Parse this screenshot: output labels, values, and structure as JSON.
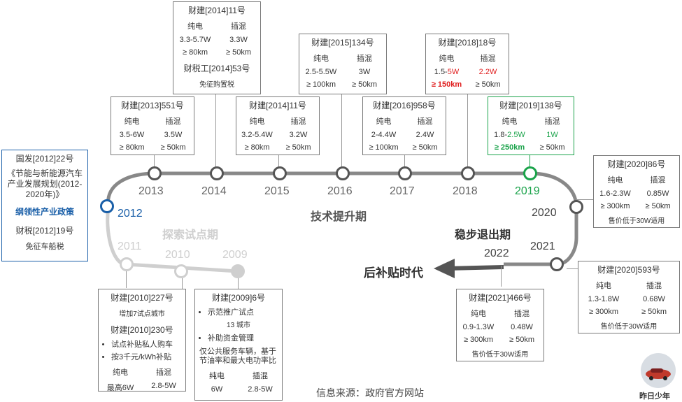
{
  "header_left": {
    "title": "国发[2012]22号",
    "plan": "《节能与新能源汽车产业发展规划(2012-2020年)》",
    "tag": "纲领性产业政策",
    "tax": "财税[2012]19号",
    "tax_note": "免征车船税"
  },
  "years": {
    "y2013": "2013",
    "y2014": "2014",
    "y2015": "2015",
    "y2016": "2016",
    "y2017": "2017",
    "y2018": "2018",
    "y2019": "2019",
    "y2020": "2020",
    "y2021": "2021",
    "y2022": "2022",
    "y2012": "2012",
    "y2011": "2011",
    "y2010": "2010",
    "y2009": "2009"
  },
  "phases": {
    "explore": "探索试点期",
    "improve": "技术提升期",
    "exit": "稳步退出期",
    "post": "后补贴时代"
  },
  "col_labels": {
    "ev": "纯电",
    "phev": "插混"
  },
  "box2013": {
    "title": "财建[2013]551号",
    "ev": "3.5-6W",
    "phev": "3.5W",
    "ev_range": "≥ 80km",
    "phev_range": "≥ 50km"
  },
  "box2014a": {
    "title": "财建[2014]11号",
    "ev": "3.3-5.7W",
    "phev": "3.3W",
    "ev_range": "≥ 80km",
    "phev_range": "≥ 50km",
    "extra_title": "财税工[2014]53号",
    "extra_note": "免征购置税"
  },
  "box2014b": {
    "title": "财建[2014]11号",
    "ev": "3.2-5.4W",
    "phev": "3.2W",
    "ev_range": "≥ 80km",
    "phev_range": "≥ 50km"
  },
  "box2015": {
    "title": "财建[2015]134号",
    "ev": "2.5-5.5W",
    "phev": "3W",
    "ev_range": "≥ 100km",
    "phev_range": "≥ 50km"
  },
  "box2016": {
    "title": "财建[2016]958号",
    "ev": "2-4.4W",
    "phev": "2.4W",
    "ev_range": "≥ 100km",
    "phev_range": "≥ 50km"
  },
  "box2018": {
    "title": "财建[2018]18号",
    "ev_a": "1.5-",
    "ev_b": "5W",
    "phev": "2.2W",
    "ev_range": "≥ 150km",
    "phev_range": "≥ 50km"
  },
  "box2019": {
    "title": "财建[2019]138号",
    "ev_a": "1.8-",
    "ev_b": "2.5W",
    "phev": "1W",
    "ev_range": "≥ 250km",
    "phev_range": "≥ 50km"
  },
  "box2020": {
    "title": "财建[2020]86号",
    "ev": "1.6-2.3W",
    "phev": "0.85W",
    "ev_range": "≥ 300km",
    "phev_range": "≥ 50km",
    "note": "售价低于30W适用"
  },
  "box2021": {
    "title": "财建[2020]593号",
    "ev": "1.3-1.8W",
    "phev": "0.68W",
    "ev_range": "≥ 300km",
    "phev_range": "≥ 50km",
    "note": "售价低于30W适用"
  },
  "box2022": {
    "title": "财建[2021]466号",
    "ev": "0.9-1.3W",
    "phev": "0.48W",
    "ev_range": "≥ 300km",
    "phev_range": "≥ 50km",
    "note": "售价低于30W适用"
  },
  "box2010": {
    "title": "财建[2010]227号",
    "note": "增加7试点城市",
    "title2": "财建[2010]230号",
    "bullet1": "试点补贴私人购车",
    "bullet2": "按3千元/kWh补贴",
    "ev": "最高6W",
    "phev": "2.8-5W"
  },
  "box2009": {
    "title": "财建[2009]6号",
    "bullet1": "示范推广试点",
    "cities": "13 城市",
    "bullet2": "补助资金管理",
    "desc": "仅公共服务车辆，基于节油率和最大电功率比",
    "ev": "6W",
    "phev": "2.8-5W"
  },
  "source": "信息来源：政府官方网站",
  "logo_text": "昨日少年",
  "colors": {
    "blue": "#1a5fa8",
    "green": "#1aa34a",
    "red": "#e02020",
    "track": "#888888",
    "faded": "#cccccc"
  }
}
